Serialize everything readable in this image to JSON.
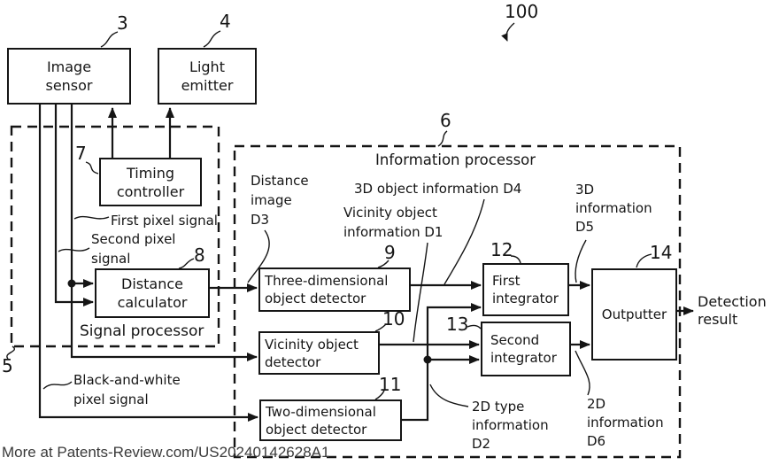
{
  "figure_ref": "100",
  "watermark": "More at Patents-Review.com/US20240142628A1",
  "colors": {
    "line": "#151515",
    "background": "#ffffff",
    "watermark_text": "#3a3a3a"
  },
  "containers": {
    "signal_processor": {
      "ref": "5",
      "label": "Signal processor"
    },
    "information_processor": {
      "ref": "6",
      "label": "Information processor"
    }
  },
  "boxes": {
    "image_sensor": {
      "ref": "3",
      "lines": [
        "Image",
        "sensor"
      ]
    },
    "light_emitter": {
      "ref": "4",
      "lines": [
        "Light",
        "emitter"
      ]
    },
    "timing_controller": {
      "ref": "7",
      "lines": [
        "Timing",
        "controller"
      ]
    },
    "distance_calculator": {
      "ref": "8",
      "lines": [
        "Distance",
        "calculator"
      ]
    },
    "three_dimensional_detector": {
      "ref": "9",
      "lines": [
        "Three-dimensional",
        "object detector"
      ]
    },
    "vicinity_detector": {
      "ref": "10",
      "lines": [
        "Vicinity object",
        "detector"
      ]
    },
    "two_dimensional_detector": {
      "ref": "11",
      "lines": [
        "Two-dimensional",
        "object detector"
      ]
    },
    "first_integrator": {
      "ref": "12",
      "lines": [
        "First",
        "integrator"
      ]
    },
    "second_integrator": {
      "ref": "13",
      "lines": [
        "Second",
        "integrator"
      ]
    },
    "outputter": {
      "ref": "14",
      "lines": [
        "Outputter"
      ]
    }
  },
  "labels": {
    "first_pixel": [
      "First pixel signal"
    ],
    "second_pixel": [
      "Second pixel",
      "signal"
    ],
    "black_white": [
      "Black-and-white",
      "pixel signal"
    ],
    "distance_image": [
      "Distance",
      "image",
      "D3"
    ],
    "object_info_3d": [
      "3D object information D4"
    ],
    "vicinity_info": [
      "Vicinity object",
      "information D1"
    ],
    "info_3d": [
      "3D",
      "information",
      "D5"
    ],
    "type_info_2d": [
      "2D type",
      "information",
      "D2"
    ],
    "info_2d": [
      "2D",
      "information",
      "D6"
    ],
    "detection_result": [
      "Detection",
      "result"
    ]
  }
}
